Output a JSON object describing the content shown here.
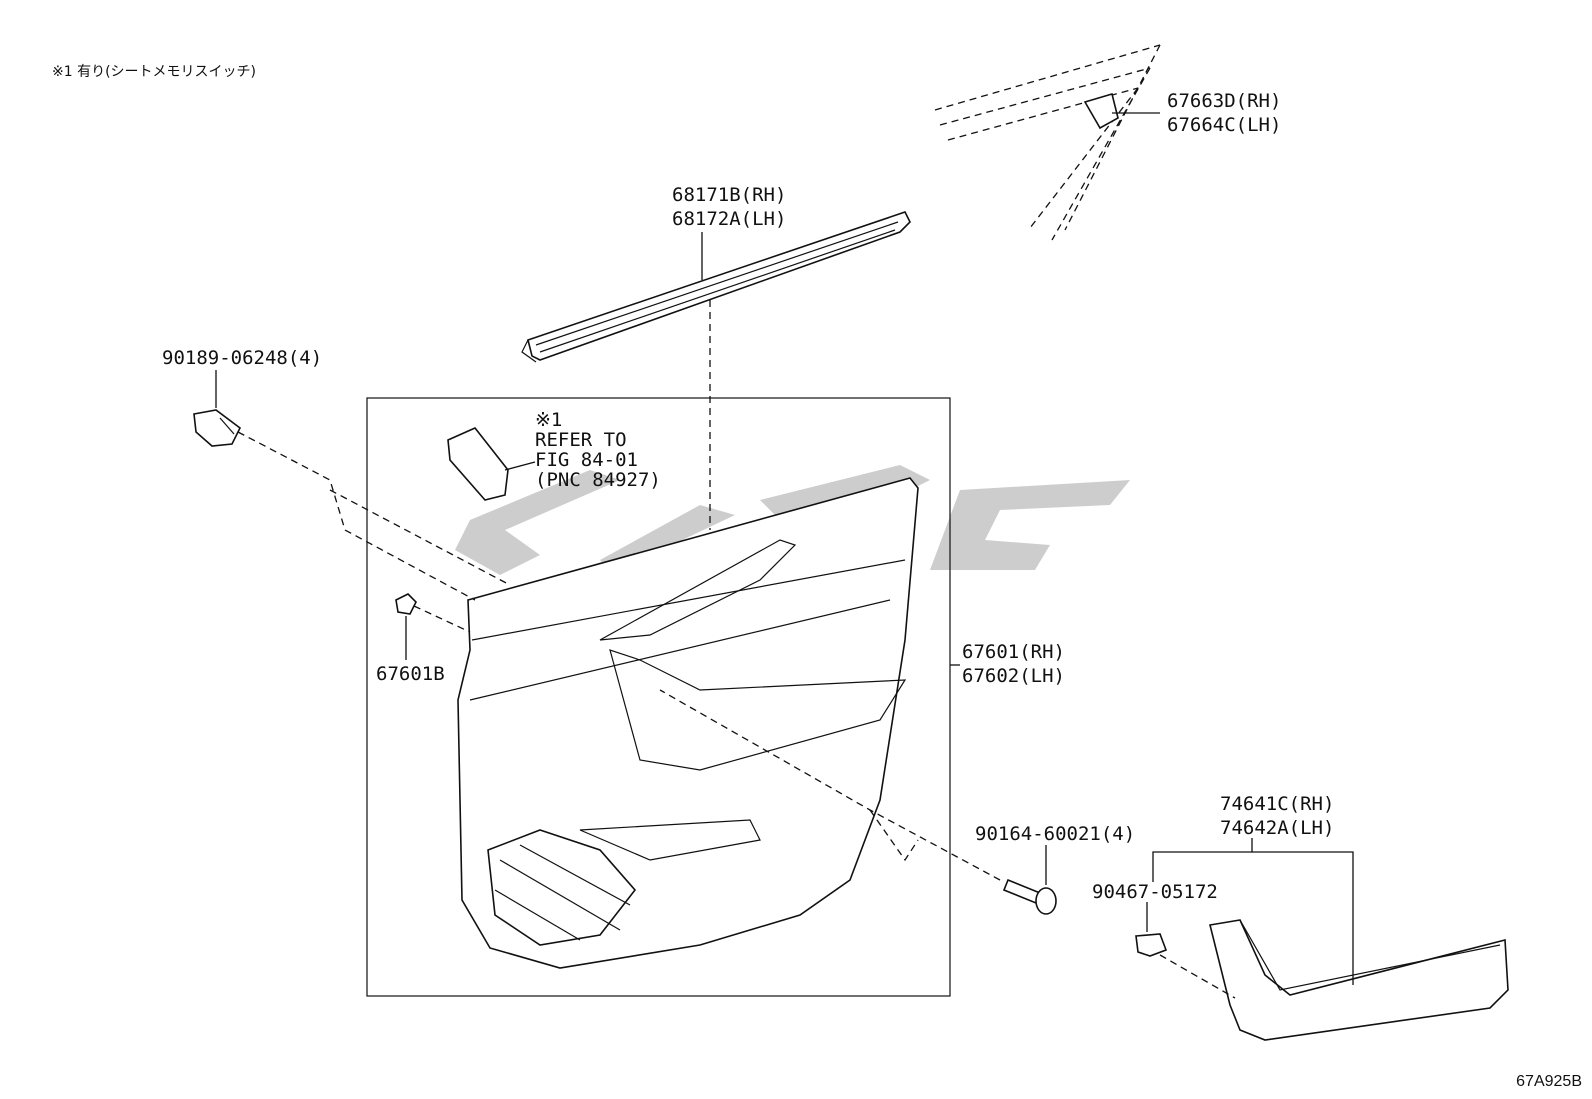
{
  "note": "※1 有り(シートメモリスイッチ)",
  "figure_code": "67A925B",
  "watermark_name": "brand-watermark",
  "callouts": {
    "p67663": [
      "67663D(RH)",
      "67664C(LH)"
    ],
    "p68171": [
      "68171B(RH)",
      "68172A(LH)"
    ],
    "p90189": [
      "90189-06248(4)"
    ],
    "ref": [
      "※1",
      "REFER TO",
      "FIG 84-01",
      "(PNC 84927)"
    ],
    "p67601b": [
      "67601B"
    ],
    "p67601": [
      "67601(RH)",
      "67602(LH)"
    ],
    "p90164": [
      "90164-60021(4)"
    ],
    "p74641": [
      "74641C(RH)",
      "74642A(LH)"
    ],
    "p90467": [
      "90467-05172"
    ]
  }
}
